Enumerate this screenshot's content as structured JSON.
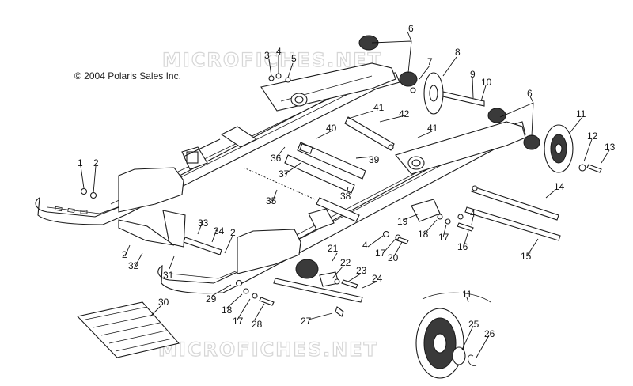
{
  "copyright": "© 2004 Polaris Sales Inc.",
  "watermarks": [
    "MICROFICHES.NET",
    "MICROFICHES.NET"
  ],
  "callouts": [
    {
      "id": "c6a",
      "text": "6"
    },
    {
      "id": "c3",
      "text": "3"
    },
    {
      "id": "c4a",
      "text": "4"
    },
    {
      "id": "c5",
      "text": "5"
    },
    {
      "id": "c7",
      "text": "7"
    },
    {
      "id": "c8",
      "text": "8"
    },
    {
      "id": "c9",
      "text": "9"
    },
    {
      "id": "c10",
      "text": "10"
    },
    {
      "id": "c41a",
      "text": "41"
    },
    {
      "id": "c42",
      "text": "42"
    },
    {
      "id": "c40",
      "text": "40"
    },
    {
      "id": "c41b",
      "text": "41"
    },
    {
      "id": "c6b",
      "text": "6"
    },
    {
      "id": "c11a",
      "text": "11"
    },
    {
      "id": "c12",
      "text": "12"
    },
    {
      "id": "c13",
      "text": "13"
    },
    {
      "id": "c36",
      "text": "36"
    },
    {
      "id": "c39",
      "text": "39"
    },
    {
      "id": "c37",
      "text": "37"
    },
    {
      "id": "c1",
      "text": "1"
    },
    {
      "id": "c2a",
      "text": "2"
    },
    {
      "id": "c35",
      "text": "35"
    },
    {
      "id": "c38",
      "text": "38"
    },
    {
      "id": "c14",
      "text": "14"
    },
    {
      "id": "c19",
      "text": "19"
    },
    {
      "id": "c4b",
      "text": "4"
    },
    {
      "id": "c18a",
      "text": "18"
    },
    {
      "id": "c17a",
      "text": "17"
    },
    {
      "id": "c33",
      "text": "33"
    },
    {
      "id": "c34",
      "text": "34"
    },
    {
      "id": "c2b",
      "text": "2"
    },
    {
      "id": "c4c",
      "text": "4"
    },
    {
      "id": "c17b",
      "text": "17"
    },
    {
      "id": "c20",
      "text": "20"
    },
    {
      "id": "c16",
      "text": "16"
    },
    {
      "id": "c15",
      "text": "15"
    },
    {
      "id": "c2c",
      "text": "2"
    },
    {
      "id": "c32",
      "text": "32"
    },
    {
      "id": "c31",
      "text": "31"
    },
    {
      "id": "c21",
      "text": "21"
    },
    {
      "id": "c22",
      "text": "22"
    },
    {
      "id": "c23",
      "text": "23"
    },
    {
      "id": "c24",
      "text": "24"
    },
    {
      "id": "c29",
      "text": "29"
    },
    {
      "id": "c18b",
      "text": "18"
    },
    {
      "id": "c17c",
      "text": "17"
    },
    {
      "id": "c28",
      "text": "28"
    },
    {
      "id": "c27",
      "text": "27"
    },
    {
      "id": "c30",
      "text": "30"
    },
    {
      "id": "c11b",
      "text": "11"
    },
    {
      "id": "c25",
      "text": "25"
    },
    {
      "id": "c26",
      "text": "26"
    }
  ]
}
